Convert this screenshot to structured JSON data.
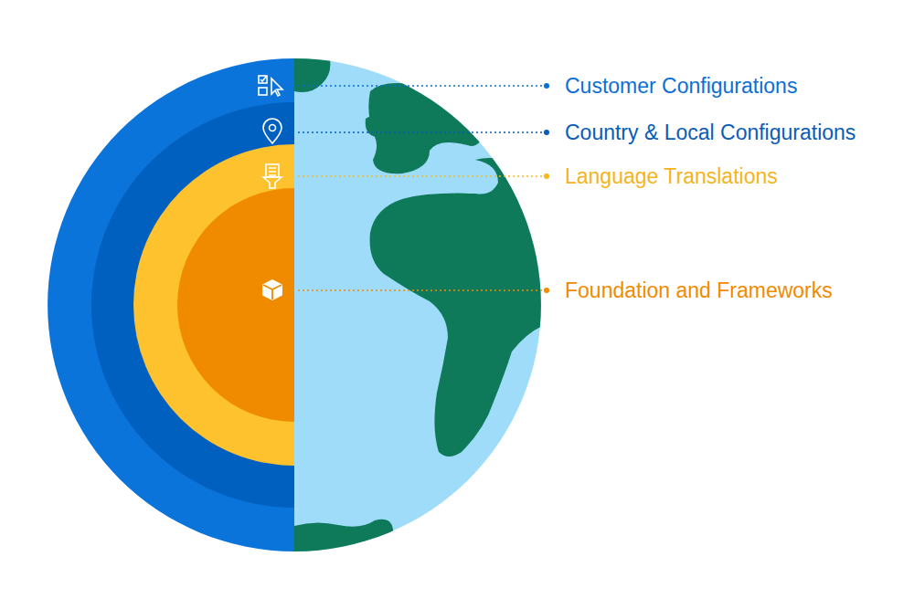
{
  "diagram": {
    "labels": [
      "Customer Configurations",
      "Country & Local Configurations",
      "Language Translations",
      "Foundation and Frameworks"
    ]
  }
}
